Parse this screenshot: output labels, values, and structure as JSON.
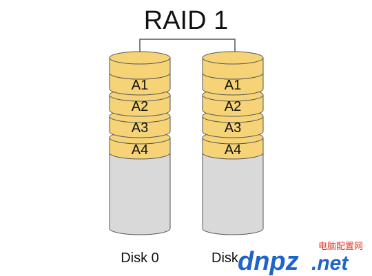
{
  "title": "RAID 1",
  "colors": {
    "block_fill": "#f5d376",
    "empty_fill": "#d9d9d9",
    "outline": "#555555",
    "watermark_blue": "#1f64c8",
    "watermark_red": "#e23a2a"
  },
  "disks": [
    {
      "label": "Disk 0",
      "blocks": [
        "A1",
        "A2",
        "A3",
        "A4"
      ]
    },
    {
      "label": "Disk",
      "blocks": [
        "A1",
        "A2",
        "A3",
        "A4"
      ]
    }
  ],
  "watermark": {
    "site": "dnpz",
    "tld": ".net",
    "cn_text": "电脑配置网"
  }
}
